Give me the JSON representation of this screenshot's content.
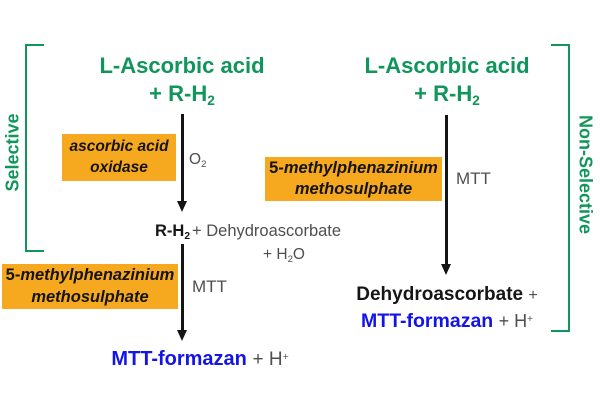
{
  "colors": {
    "green": "#10955a",
    "orange": "#f6a81e",
    "blue": "#1414e6",
    "gray": "#4f4f4f",
    "black": "#141414"
  },
  "selective": {
    "bracket_label": "Selective",
    "title": {
      "line1": "L-Ascorbic acid",
      "line2_main": "+ R-H",
      "line2_sub": "2"
    },
    "enzyme_box": {
      "line1": "ascorbic acid",
      "line2": "oxidase"
    },
    "oxygen_label": {
      "main": "O",
      "sub": "2"
    },
    "intermediate": {
      "bold_main": "R-H",
      "bold_sub": "2",
      "gray_text": "+ Dehydroascorbate",
      "water_main": "+ H",
      "water_sub": "2",
      "water_tail": "O"
    },
    "reagent_box": {
      "prefix": "5-",
      "line1": "methylphenazinium",
      "line2": "methosulphate"
    },
    "mtt_label": "MTT",
    "product": {
      "formazan": "MTT-formazan",
      "tail_main": "+ H",
      "tail_sup": "+"
    }
  },
  "nonselective": {
    "bracket_label": "Non-Selective",
    "title": {
      "line1": "L-Ascorbic acid",
      "line2_main": "+ R-H",
      "line2_sub": "2"
    },
    "reagent_box": {
      "prefix": "5-",
      "line1": "methylphenazinium",
      "line2": "methosulphate"
    },
    "mtt_label": "MTT",
    "product": {
      "line1_bold": "Dehydroascorbate",
      "line1_plus": "+",
      "formazan": "MTT-formazan",
      "tail_main": "+ H",
      "tail_sup": "+"
    }
  }
}
